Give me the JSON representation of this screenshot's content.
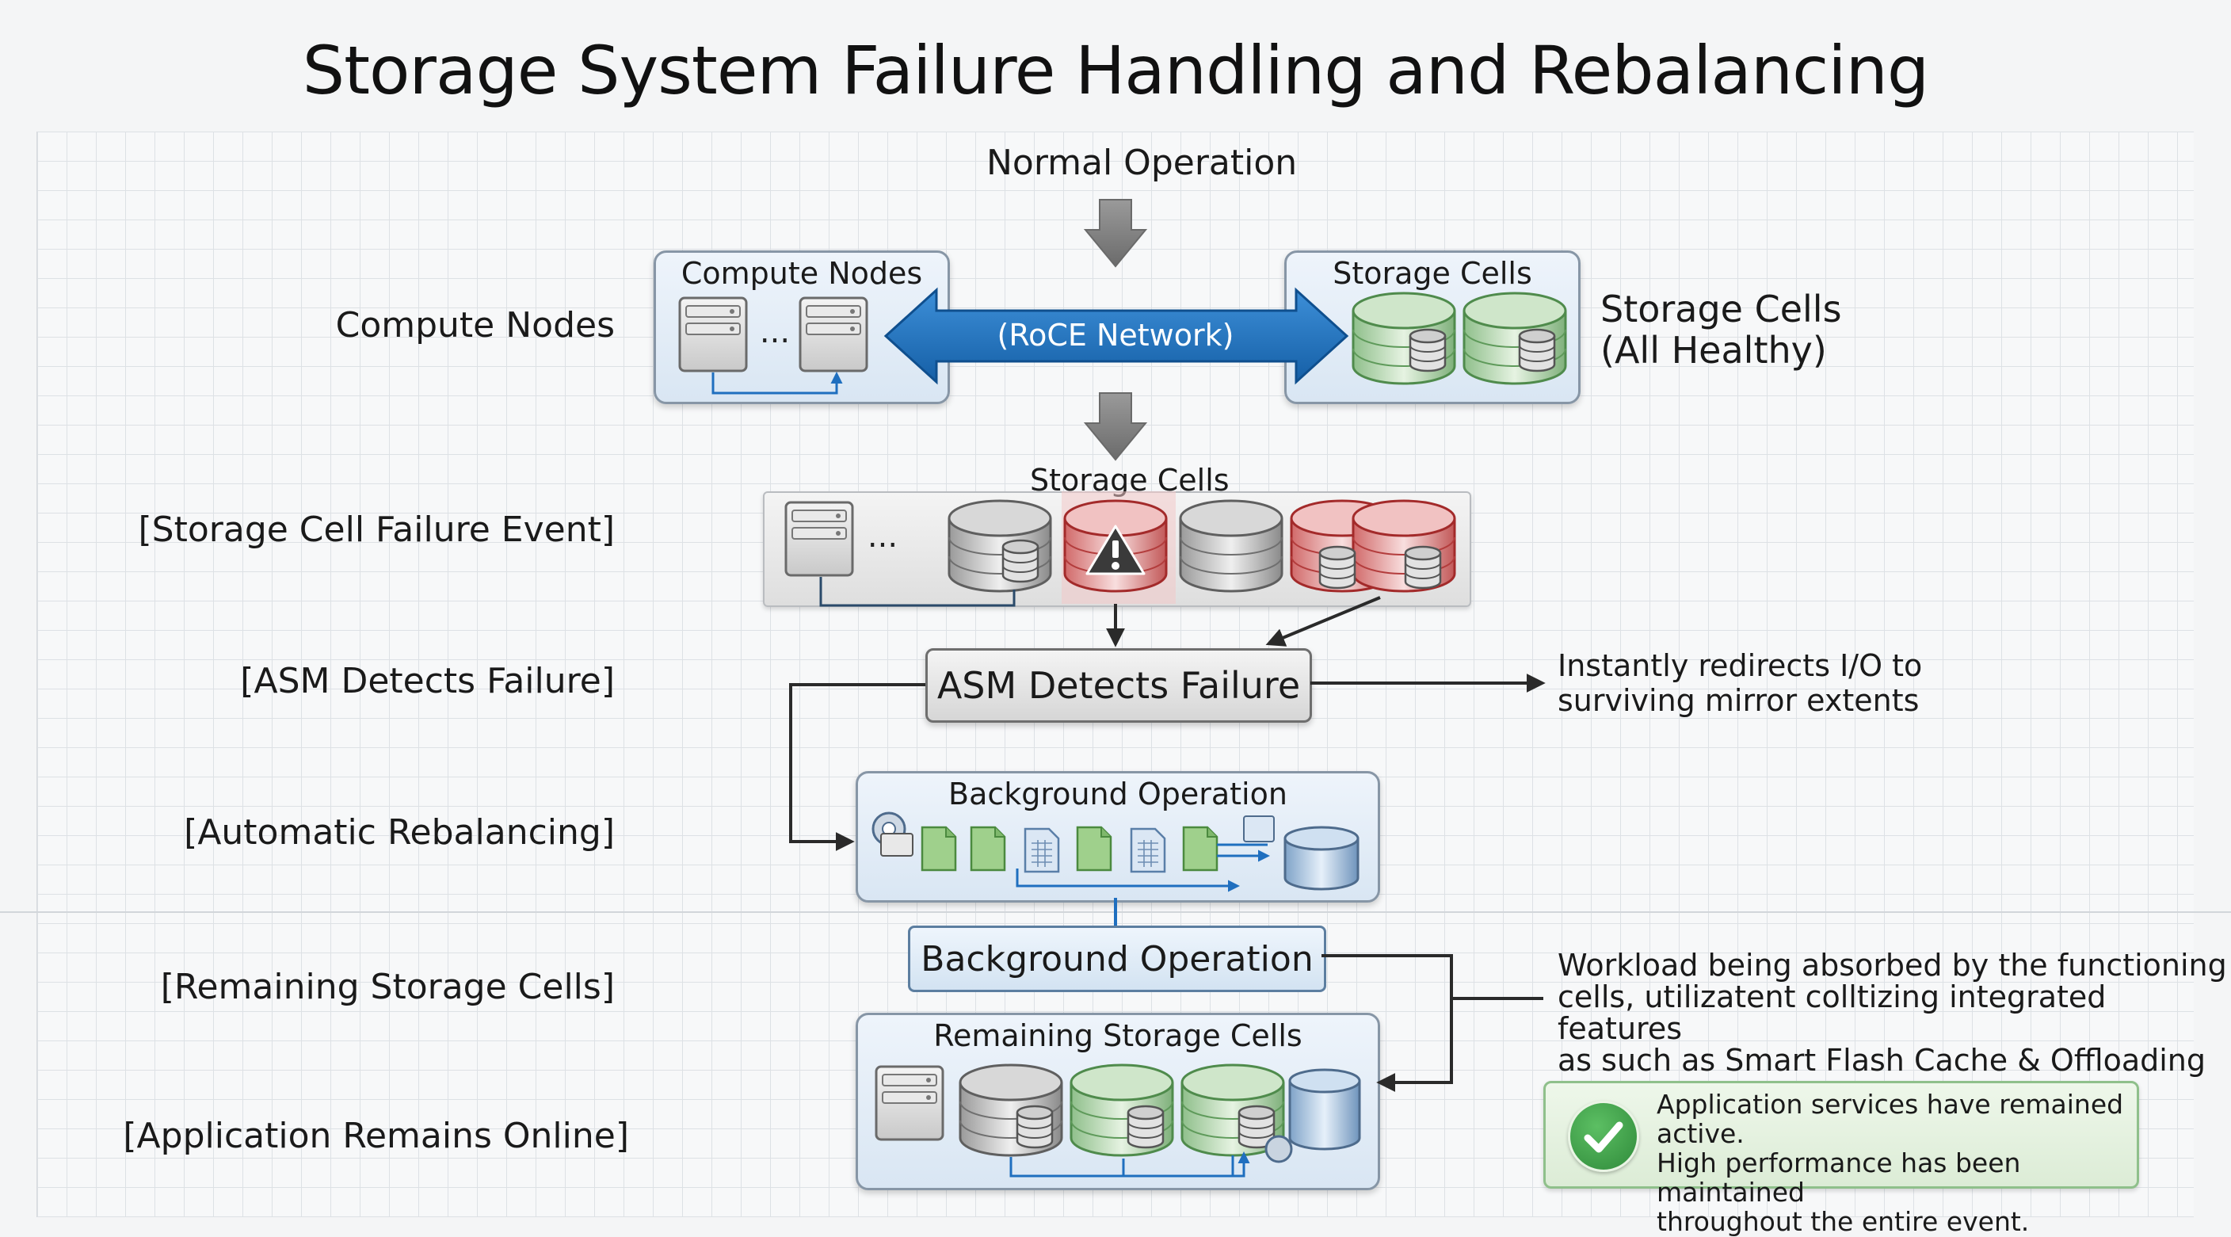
{
  "title": "Storage System Failure Handling and Rebalancing",
  "normal_operation": "Normal Operation",
  "row_labels": {
    "compute_nodes": "Compute Nodes",
    "failure_event": "[Storage Cell Failure Event]",
    "asm_detects": "[ASM Detects Failure]",
    "auto_rebalancing": "[Automatic Rebalancing]",
    "remaining_cells": "[Remaining Storage Cells]",
    "app_online": "[Application Remains Online]"
  },
  "top": {
    "compute_panel_title": "Compute Nodes",
    "network_label": "(RoCE Network)",
    "storage_panel_title": "Storage Cells",
    "storage_status_line1": "Storage Cells",
    "storage_status_line2": "(All Healthy)",
    "ellipsis": "..."
  },
  "failure": {
    "panel_title": "Storage Cells",
    "ellipsis": "..."
  },
  "asm": {
    "box_label": "ASM Detects Failure",
    "note": "Instantly redirects I/O to\nsurviving mirror extents"
  },
  "rebalance": {
    "panel_title": "Background Operation",
    "box_label": "Background Operation"
  },
  "remaining": {
    "panel_title": "Remaining Storage Cells",
    "note": "Workload being absorbed by the functioning\ncells, utilizatent colltizing integrated features\nas such as Smart Flash Cache & Offloading"
  },
  "online": {
    "note": "Application services have remained active.\nHigh performance has been maintained\nthroughout the entire event."
  },
  "icons": [
    "server-icon",
    "database-icon",
    "warning-icon",
    "check-icon",
    "document-icon",
    "gear-icon",
    "arrow-icon"
  ],
  "colors": {
    "network_blue": "#1a6fbe",
    "healthy_green": "#6aa86a",
    "failed_red": "#c93a3a",
    "arrow_gray": "#7a7a7a",
    "check_green": "#3f9a48"
  }
}
